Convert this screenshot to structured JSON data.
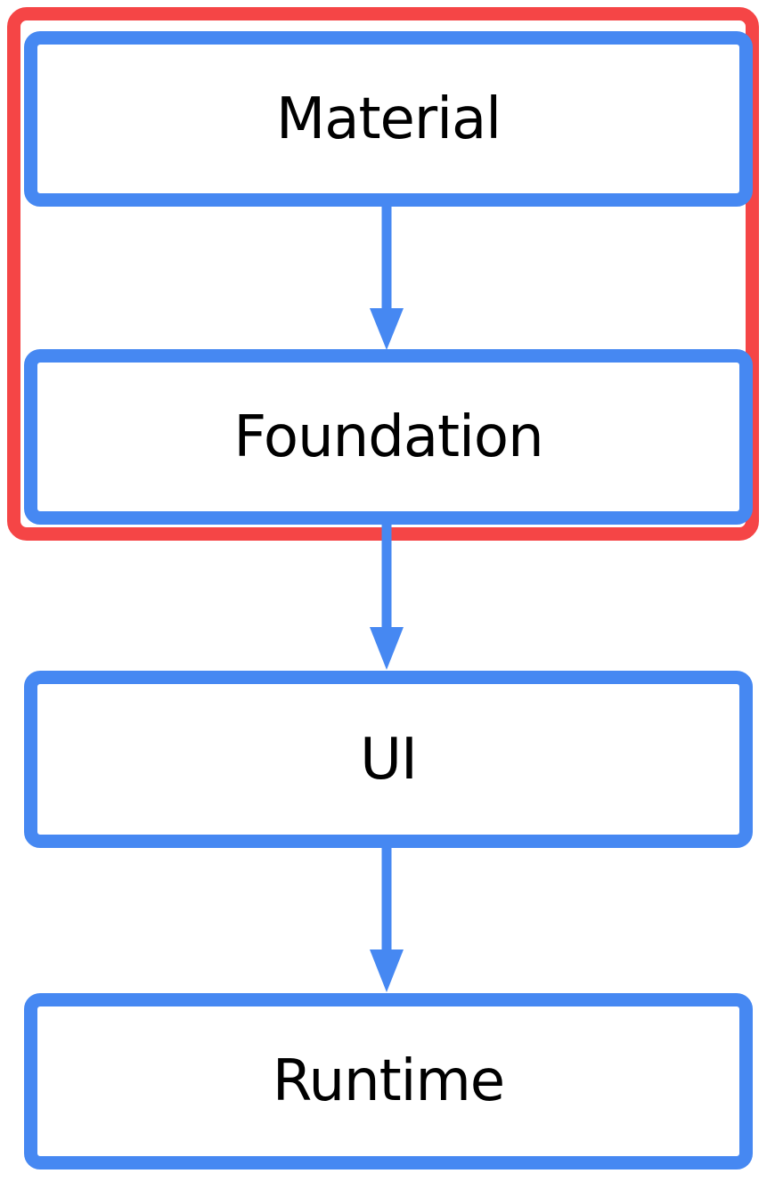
{
  "diagram": {
    "layers": [
      {
        "id": "material",
        "label": "Material"
      },
      {
        "id": "foundation",
        "label": "Foundation"
      },
      {
        "id": "ui",
        "label": "UI"
      },
      {
        "id": "runtime",
        "label": "Runtime"
      }
    ],
    "edges": [
      {
        "from": "Material",
        "to": "Foundation"
      },
      {
        "from": "Foundation",
        "to": "UI"
      },
      {
        "from": "UI",
        "to": "Runtime"
      }
    ],
    "highlight_group": [
      "Material",
      "Foundation"
    ]
  },
  "colors": {
    "box_border": "#4688F2",
    "arrow": "#4688F2",
    "highlight_border": "#F54546",
    "text": "#000000",
    "background": "#FFFFFF"
  }
}
